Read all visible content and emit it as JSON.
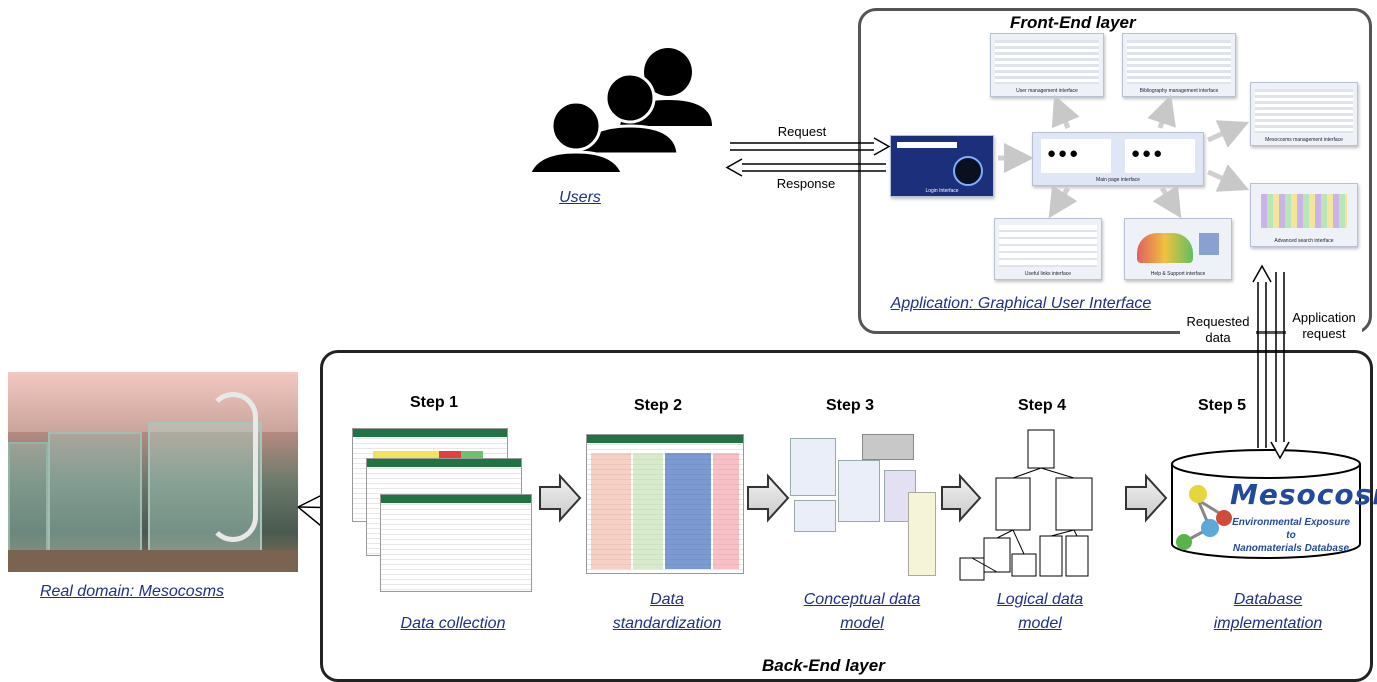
{
  "front_end": {
    "title": "Front-End layer",
    "caption": "Application: Graphical User Interface",
    "screens": {
      "login": "Login Interface",
      "main": "Main page interface",
      "user": "User management interface",
      "biblio": "Bibliography management interface",
      "meso": "Mesocosms management interface",
      "advanced": "Advanced search interface",
      "useful": "Useful links interface",
      "help": "Help & Support interface"
    }
  },
  "users": {
    "label": "Users",
    "request": "Request",
    "response": "Response"
  },
  "real_domain": {
    "label": "Real domain: Mesocosms"
  },
  "vertical_arrows": {
    "requested_data": "Requested\ndata",
    "application_request": "Application\nrequest"
  },
  "back_end": {
    "title": "Back-End layer",
    "steps": [
      {
        "step": "Step 1",
        "label": "Data collection"
      },
      {
        "step": "Step 2",
        "label": "Data\nstandardization"
      },
      {
        "step": "Step 3",
        "label": "Conceptual data\nmodel"
      },
      {
        "step": "Step 4",
        "label": "Logical data\nmodel"
      },
      {
        "step": "Step 5",
        "label": "Database\nimplementation"
      }
    ]
  },
  "database": {
    "name": "Mesocosm",
    "subtitle": "Environmental Exposure to\nNanomaterials Database"
  }
}
